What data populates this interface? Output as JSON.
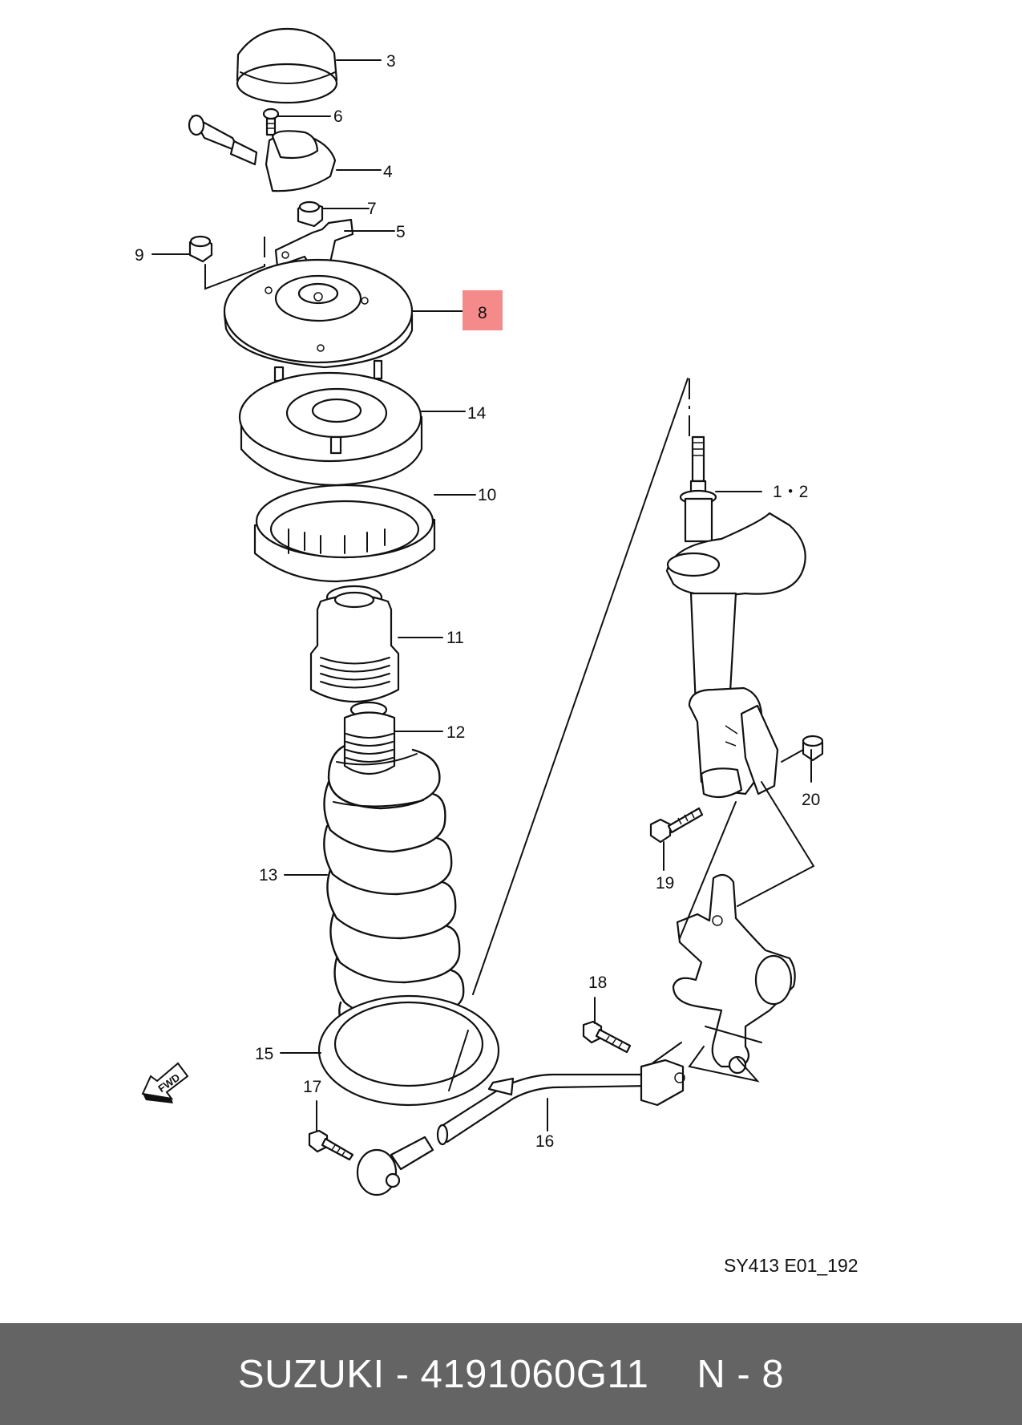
{
  "diagram": {
    "code": "SY413 E01_192",
    "highlight_color": "#f58a8a",
    "highlighted_part": "8",
    "callouts": [
      "1・2",
      "3",
      "4",
      "5",
      "6",
      "7",
      "8",
      "9",
      "10",
      "11",
      "12",
      "13",
      "14",
      "15",
      "16",
      "17",
      "18",
      "19",
      "20"
    ],
    "fwd_badge": "FWD"
  },
  "footer": {
    "part_title": "SUZUKI - 4191060G11",
    "position": "N - 8",
    "background": "#646464"
  }
}
